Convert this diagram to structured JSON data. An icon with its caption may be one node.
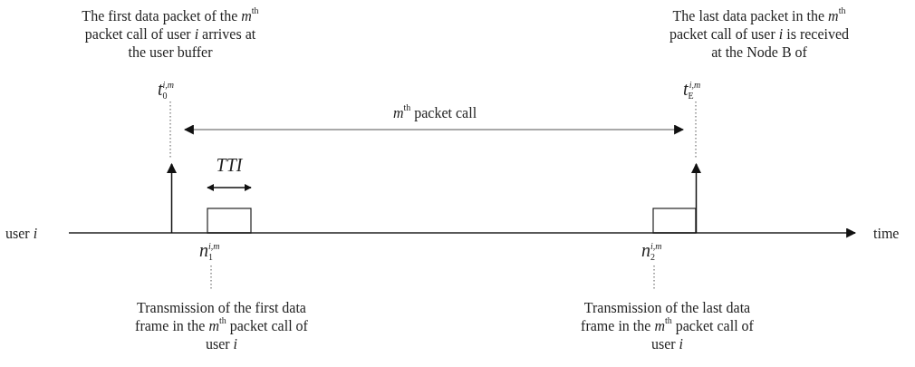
{
  "diagram": {
    "labels": [
      "The first data packet of the *m*$^{th}$ packet call of user *i* arrives at the user buffer",
      "The last data packet in the *m*$^{th}$ packet call of user *i* is received at the Node B of",
      "*t*$_{0}$$^{i,m}$",
      "*m*$^{th}$ packet call",
      "*t*$_{E}$$^{i,m}$",
      "TTI",
      "user *i*",
      "time",
      "*n*$_{1}$$^{i,m}$",
      "*n*$_{2}$$^{i,m}$",
      "Transmission of the first data frame in the *m*$^{th}$ packet call of user *i*",
      "Transmission of the last data frame in the *m*$^{th}$ packet call of user *i*"
    ]
  }
}
